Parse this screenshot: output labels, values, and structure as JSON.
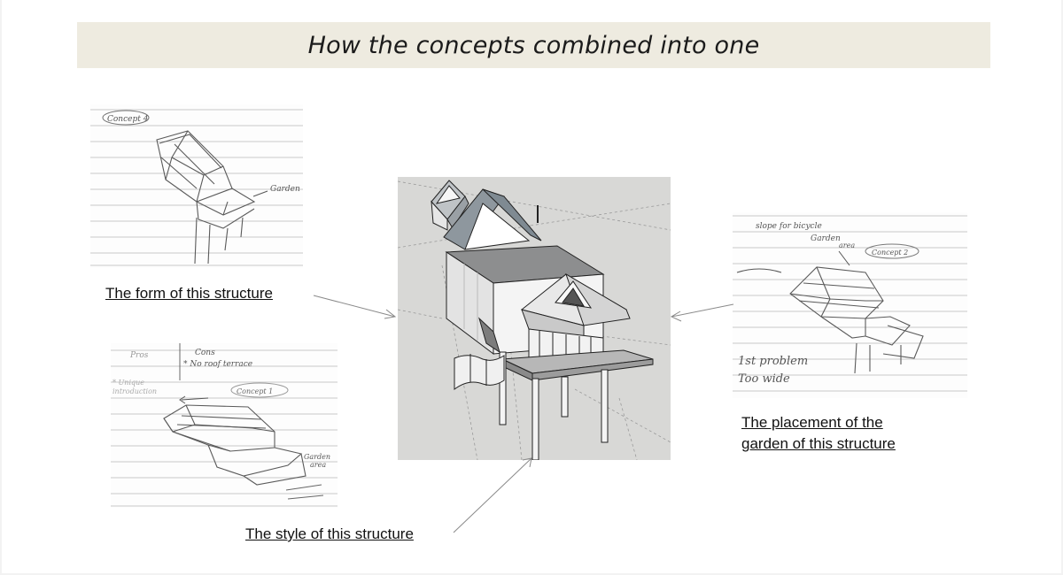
{
  "slide": {
    "title": "How the concepts combined into one"
  },
  "captions": {
    "form": "The form of this structure",
    "style": "The style of this structure",
    "placement_line1": "The placement of the",
    "placement_line2": "garden of this structure"
  },
  "sketch_concept4": {
    "tag": "Concept 4",
    "garden_note": "Garden"
  },
  "sketch_concept1": {
    "pros": "Pros",
    "cons": "Cons",
    "cons_item": "* No roof terrace",
    "pros_item_1": "* Unique",
    "pros_item_2": "introduction",
    "tag": "Concept 1",
    "garden_note_1": "Garden",
    "garden_note_2": "area"
  },
  "sketch_concept2": {
    "top_note": "slope for bicycle",
    "garden_note_1": "Garden",
    "garden_note_2": "area",
    "tag": "Concept 2",
    "problem_1": "1st problem",
    "problem_2": "Too wide"
  },
  "colors": {
    "title_band": "#eeebe0",
    "model_background": "#d8d8d6",
    "pencil": "#555555"
  }
}
